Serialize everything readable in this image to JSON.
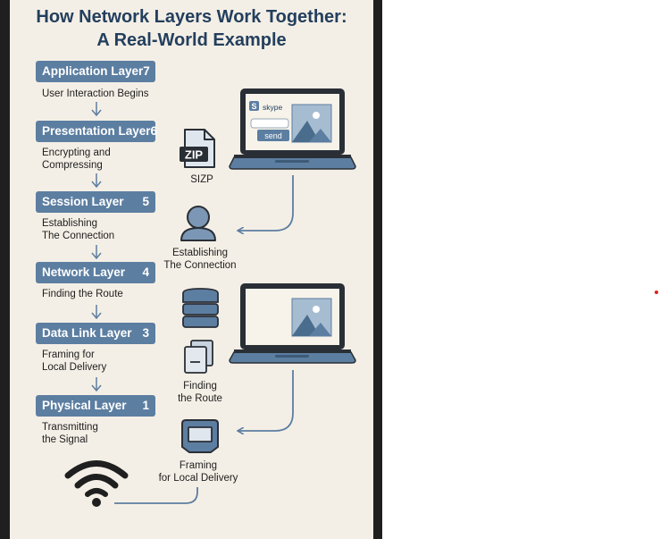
{
  "title_line1": "How Network Layers Work Together:",
  "title_line2": "A Real-World Example",
  "layers": [
    {
      "name": "Application Layer",
      "num": "7",
      "desc": [
        "User Interaction Begins"
      ]
    },
    {
      "name": "Presentation Layer",
      "num": "6",
      "desc": [
        "Encrypting and",
        "Compressing"
      ]
    },
    {
      "name": "Session Layer",
      "num": "5",
      "desc": [
        "Establishing",
        "The Connection"
      ]
    },
    {
      "name": "Network Layer",
      "num": "4",
      "desc": [
        "Finding the Route"
      ]
    },
    {
      "name": "Data Link Layer",
      "num": "3",
      "desc": [
        "Framing for",
        "Local Delivery"
      ]
    },
    {
      "name": "Physical Layer",
      "num": "1",
      "desc": [
        "Transmitting",
        "the Signal"
      ]
    }
  ],
  "captions": {
    "zip": "SIZP",
    "person": [
      "Establishing",
      "The Connection"
    ],
    "route": [
      "Finding",
      "the Route"
    ],
    "frame": [
      "Framing",
      "for Local Delivery"
    ]
  },
  "icons": {
    "zip_label": "ZIP",
    "skype_logo": "S",
    "skype_label": "skype",
    "send_label": "send"
  },
  "colors": {
    "accent": "#5c7ea1",
    "navy": "#233f5e",
    "background": "#f4efe6",
    "frame": "#1f1f1f",
    "marker": "#e02020"
  }
}
